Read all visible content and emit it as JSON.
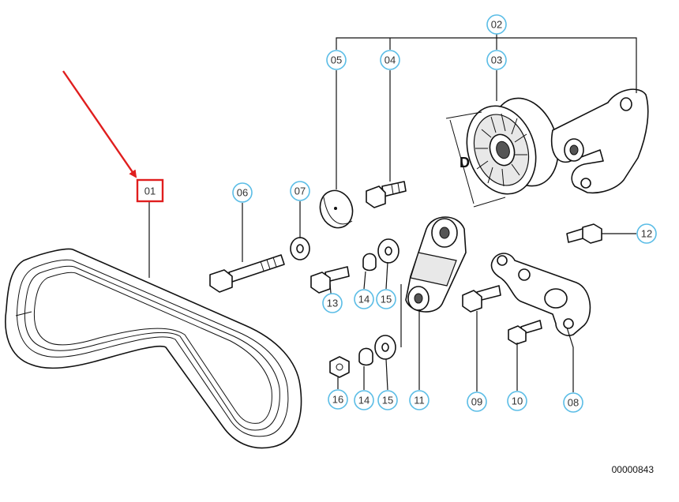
{
  "diagram": {
    "reference_number": "00000843",
    "dimension_label": "D",
    "colors": {
      "bubble_stroke": "#5bbde6",
      "highlight": "#e01e1e",
      "line": "#111111"
    },
    "highlighted_part": "01",
    "callouts": {
      "c01": "01",
      "c02": "02",
      "c03": "03",
      "c04": "04",
      "c05": "05",
      "c06": "06",
      "c07": "07",
      "c08": "08",
      "c09": "09",
      "c10": "10",
      "c11": "11",
      "c12": "12",
      "c13": "13",
      "c14a": "14",
      "c14b": "14",
      "c15a": "15",
      "c15b": "15",
      "c16": "16"
    }
  }
}
